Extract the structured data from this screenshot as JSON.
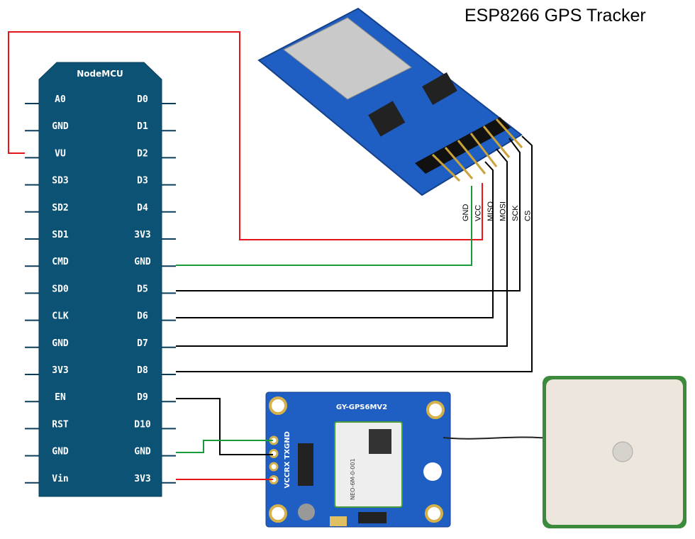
{
  "title": "ESP8266 GPS Tracker",
  "nodemcu": {
    "name": "NodeMCU",
    "left_pins": [
      "A0",
      "GND",
      "VU",
      "SD3",
      "SD2",
      "SD1",
      "CMD",
      "SD0",
      "CLK",
      "GND",
      "3V3",
      "EN",
      "RST",
      "GND",
      "Vin"
    ],
    "right_pins": [
      "D0",
      "D1",
      "D2",
      "D3",
      "D4",
      "3V3",
      "GND",
      "D5",
      "D6",
      "D7",
      "D8",
      "D9",
      "D10",
      "GND",
      "3V3"
    ]
  },
  "sd_module": {
    "pin_labels": [
      "GND",
      "VCC",
      "MISO",
      "MOSI",
      "SCK",
      "CS"
    ]
  },
  "gps_module": {
    "name": "GY-GPS6MV2",
    "pin_labels": [
      "GND",
      "TX",
      "RX",
      "VCC"
    ],
    "chip_label": "NEO-6M-0-001"
  },
  "colors": {
    "board": "#0b5275",
    "vcc_wire": "#e8141b",
    "gnd_wire": "#1a9b3a",
    "signal_wire": "#000000",
    "pcb": "#1f5fc4"
  }
}
